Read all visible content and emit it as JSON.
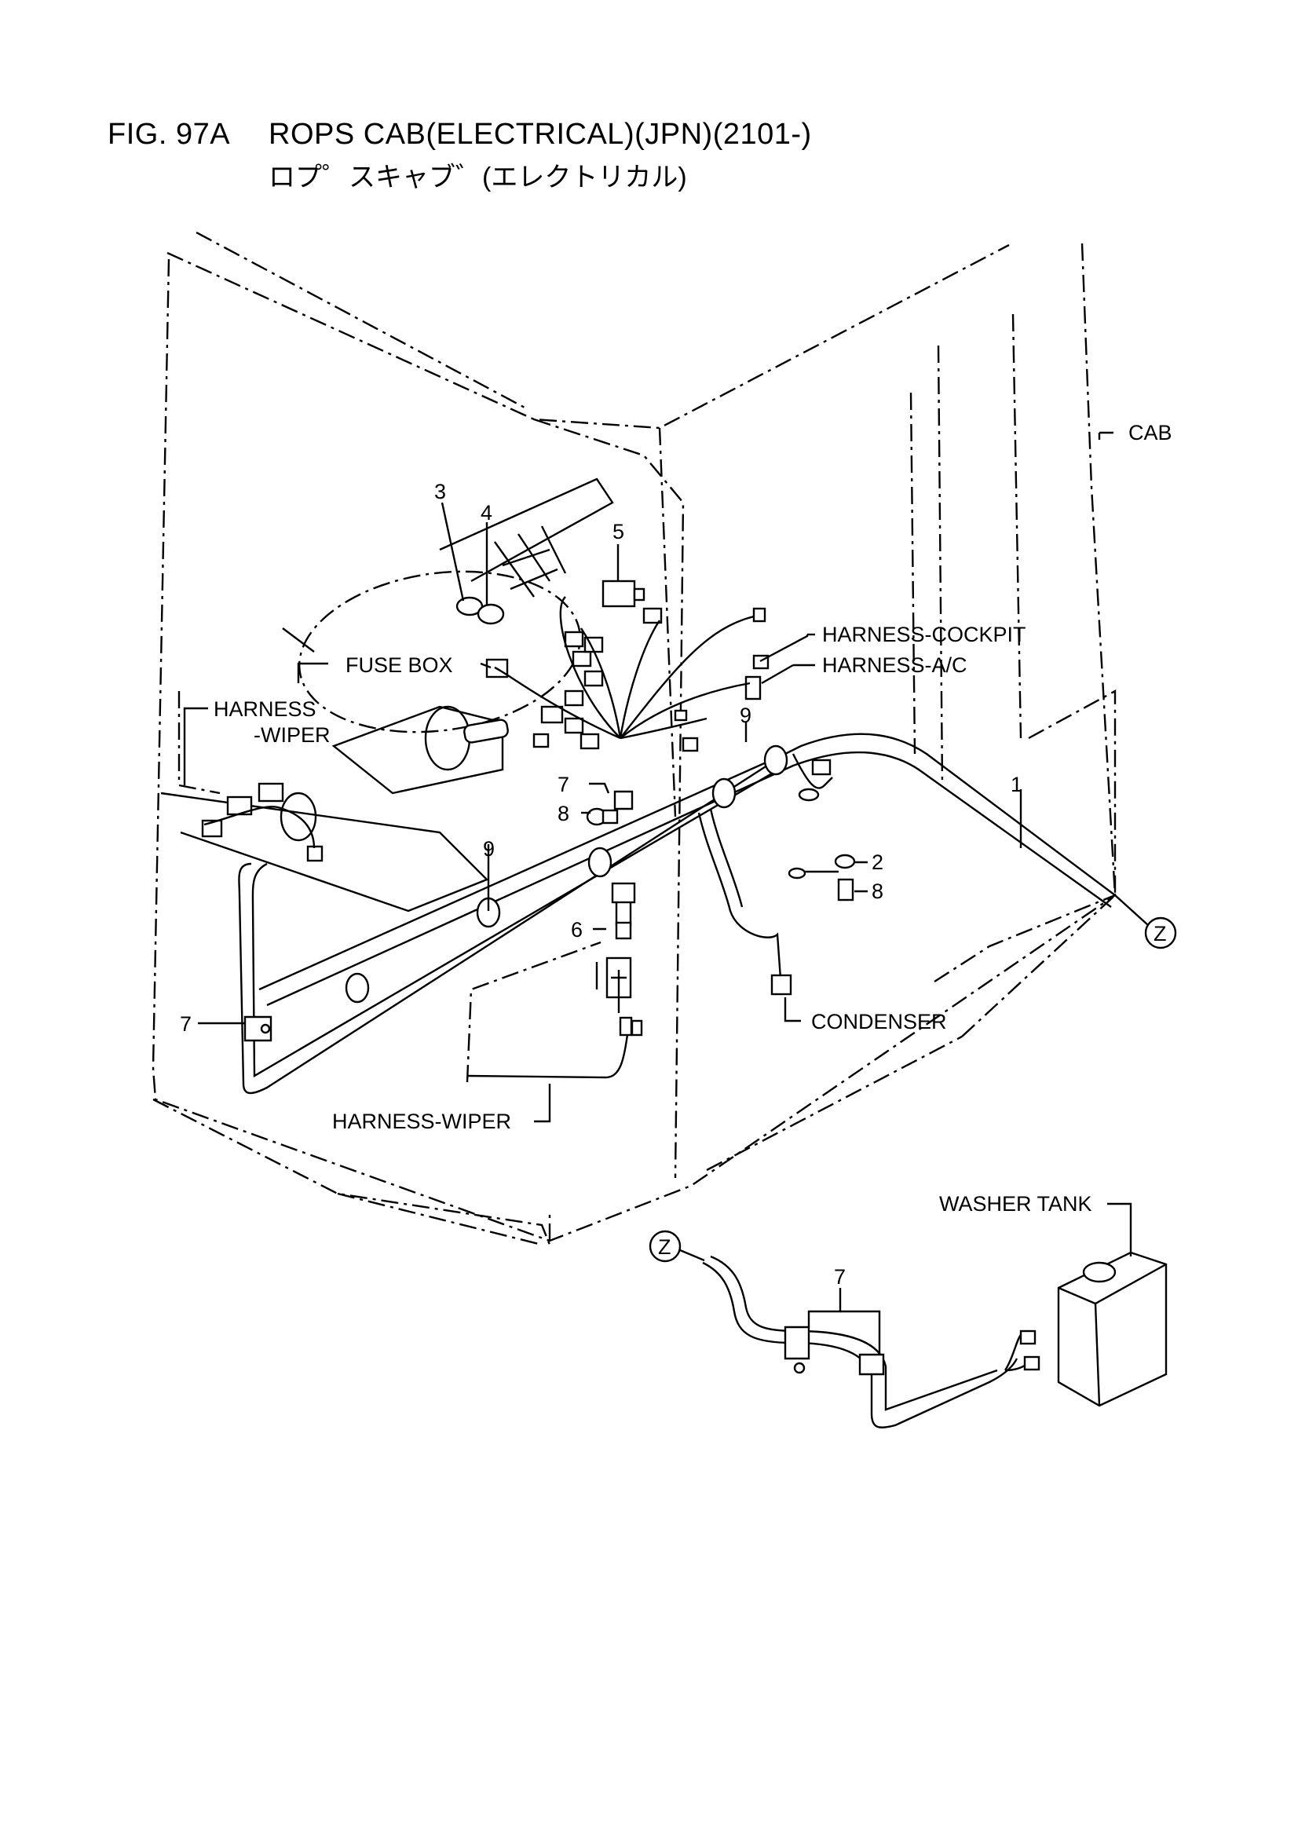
{
  "header": {
    "fig_no": "FIG. 97A",
    "title": "ROPS CAB(ELECTRICAL)(JPN)(2101-)",
    "subtitle_jp": "ロプ゜スキャブ゛(エレクトリカル)"
  },
  "labels": {
    "cab": "CAB",
    "harness_cockpit": "HARNESS-COCKPIT",
    "harness_ac": "HARNESS-A/C",
    "fuse_box": "FUSE BOX",
    "harness_wiper_top_1": "HARNESS",
    "harness_wiper_top_2": "-WIPER",
    "harness_wiper_bottom": "HARNESS-WIPER",
    "condenser": "CONDENSER",
    "washer_tank": "WASHER TANK",
    "z_top": "Z",
    "z_bottom": "Z"
  },
  "callouts": {
    "c1": "1",
    "c2": "2",
    "c3": "3",
    "c4": "4",
    "c5": "5",
    "c6": "6",
    "c7_left": "7",
    "c7_mid": "7",
    "c7_bottom": "7",
    "c8_left": "8",
    "c8_right": "8",
    "c9_left": "9",
    "c9_right": "9"
  }
}
